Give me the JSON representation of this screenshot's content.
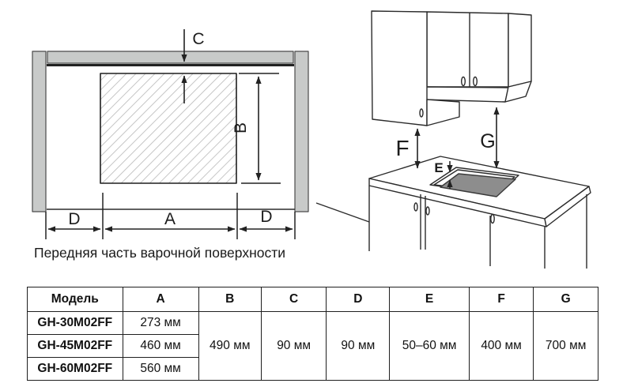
{
  "left_diagram": {
    "caption": "Передняя часть варочной поверхности",
    "dim_c": "C",
    "dim_b": "B",
    "dim_a": "A",
    "dim_d_left": "D",
    "dim_d_right": "D"
  },
  "right_diagram": {
    "dim_e": "E",
    "dim_f": "F",
    "dim_g": "G"
  },
  "colors": {
    "panel_gray": "#c8cac9",
    "cooktop_gray": "#8d8d8d",
    "hatch_gray": "#c0c0c0",
    "line_dark": "#262626"
  },
  "table": {
    "headers": {
      "model": "Модель",
      "a": "A",
      "b": "B",
      "c": "C",
      "d": "D",
      "e": "E",
      "f": "F",
      "g": "G"
    },
    "rows": [
      {
        "model": "GH-30M02FF",
        "a": "273 мм"
      },
      {
        "model": "GH-45M02FF",
        "a": "460 мм"
      },
      {
        "model": "GH-60M02FF",
        "a": "560 мм"
      }
    ],
    "shared": {
      "b": "490 мм",
      "c": "90 мм",
      "d": "90 мм",
      "e": "50–60 мм",
      "f": "400 мм",
      "g": "700 мм"
    }
  }
}
